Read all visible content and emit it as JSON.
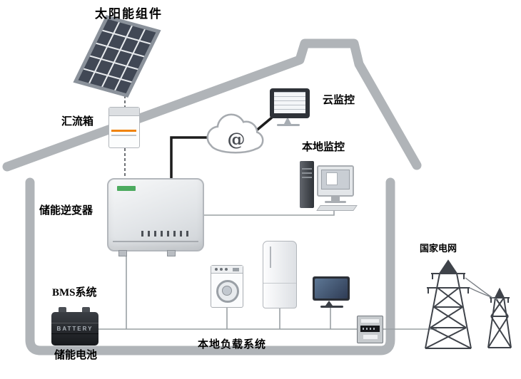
{
  "diagram": {
    "labels": {
      "solar_panel": "太阳能组件",
      "combiner_box": "汇流箱",
      "inverter": "储能逆变器",
      "bms": "BMS系统",
      "battery": "储能电池",
      "local_load": "本地负载系统",
      "cloud_monitor": "云监控",
      "local_monitor": "本地监控",
      "grid": "国家电网"
    },
    "cloud_symbol": "@",
    "battery_text": "BATTERY",
    "colors": {
      "house_outline": "#b0b4b8",
      "connection_line": "#9aa0a4",
      "data_line": "#1c1c1c",
      "dashed_line": "#4b4f54",
      "accent_orange": "#f0830a",
      "panel_cell": "#414855",
      "tower": "#3f434a"
    }
  }
}
